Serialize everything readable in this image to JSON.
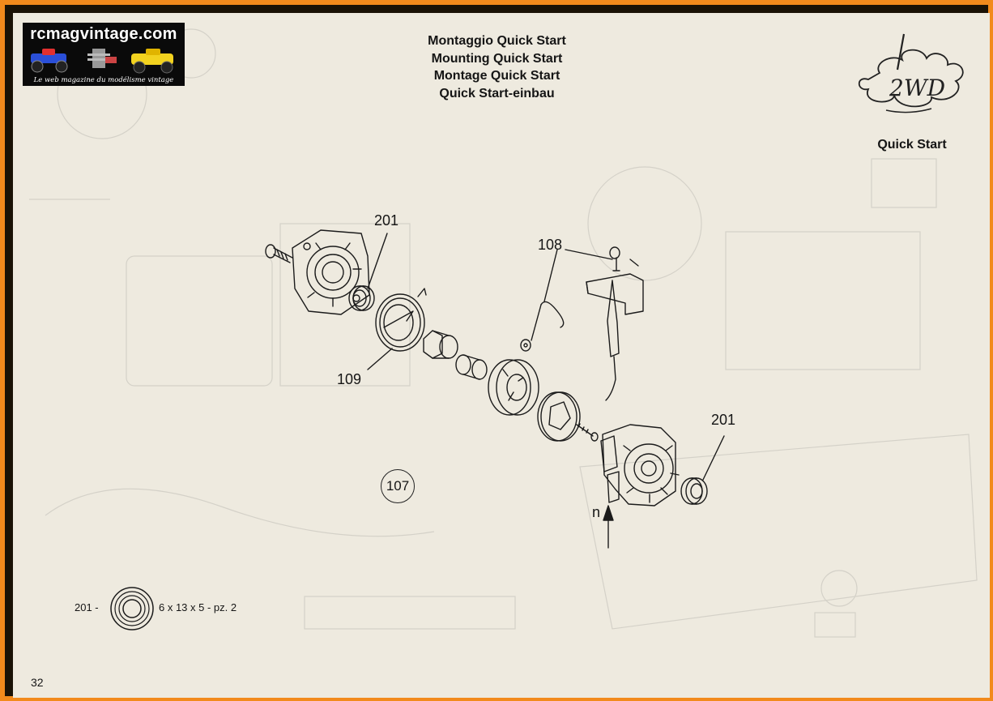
{
  "logo": {
    "title": "rcmagvintage.com",
    "tagline": "Le web magazine du modélisme vintage"
  },
  "header": {
    "titles": [
      "Montaggio Quick Start",
      "Mounting Quick Start",
      "Montage Quick Start",
      "Quick Start-einbau"
    ]
  },
  "badge": {
    "text": "2WD"
  },
  "section": {
    "label": "Quick Start"
  },
  "diagram": {
    "callouts": [
      "201",
      "108",
      "109",
      "201",
      "n"
    ],
    "circled_part": "107"
  },
  "parts_spec": {
    "code": "201 -",
    "description": "6 x 13 x 5 - pz. 2"
  },
  "footer": {
    "page_number": "32"
  },
  "colors": {
    "frame": "#f28a1c",
    "paper": "#eeeadf",
    "ink": "#151515",
    "logo_bg": "#0a0a0a"
  }
}
